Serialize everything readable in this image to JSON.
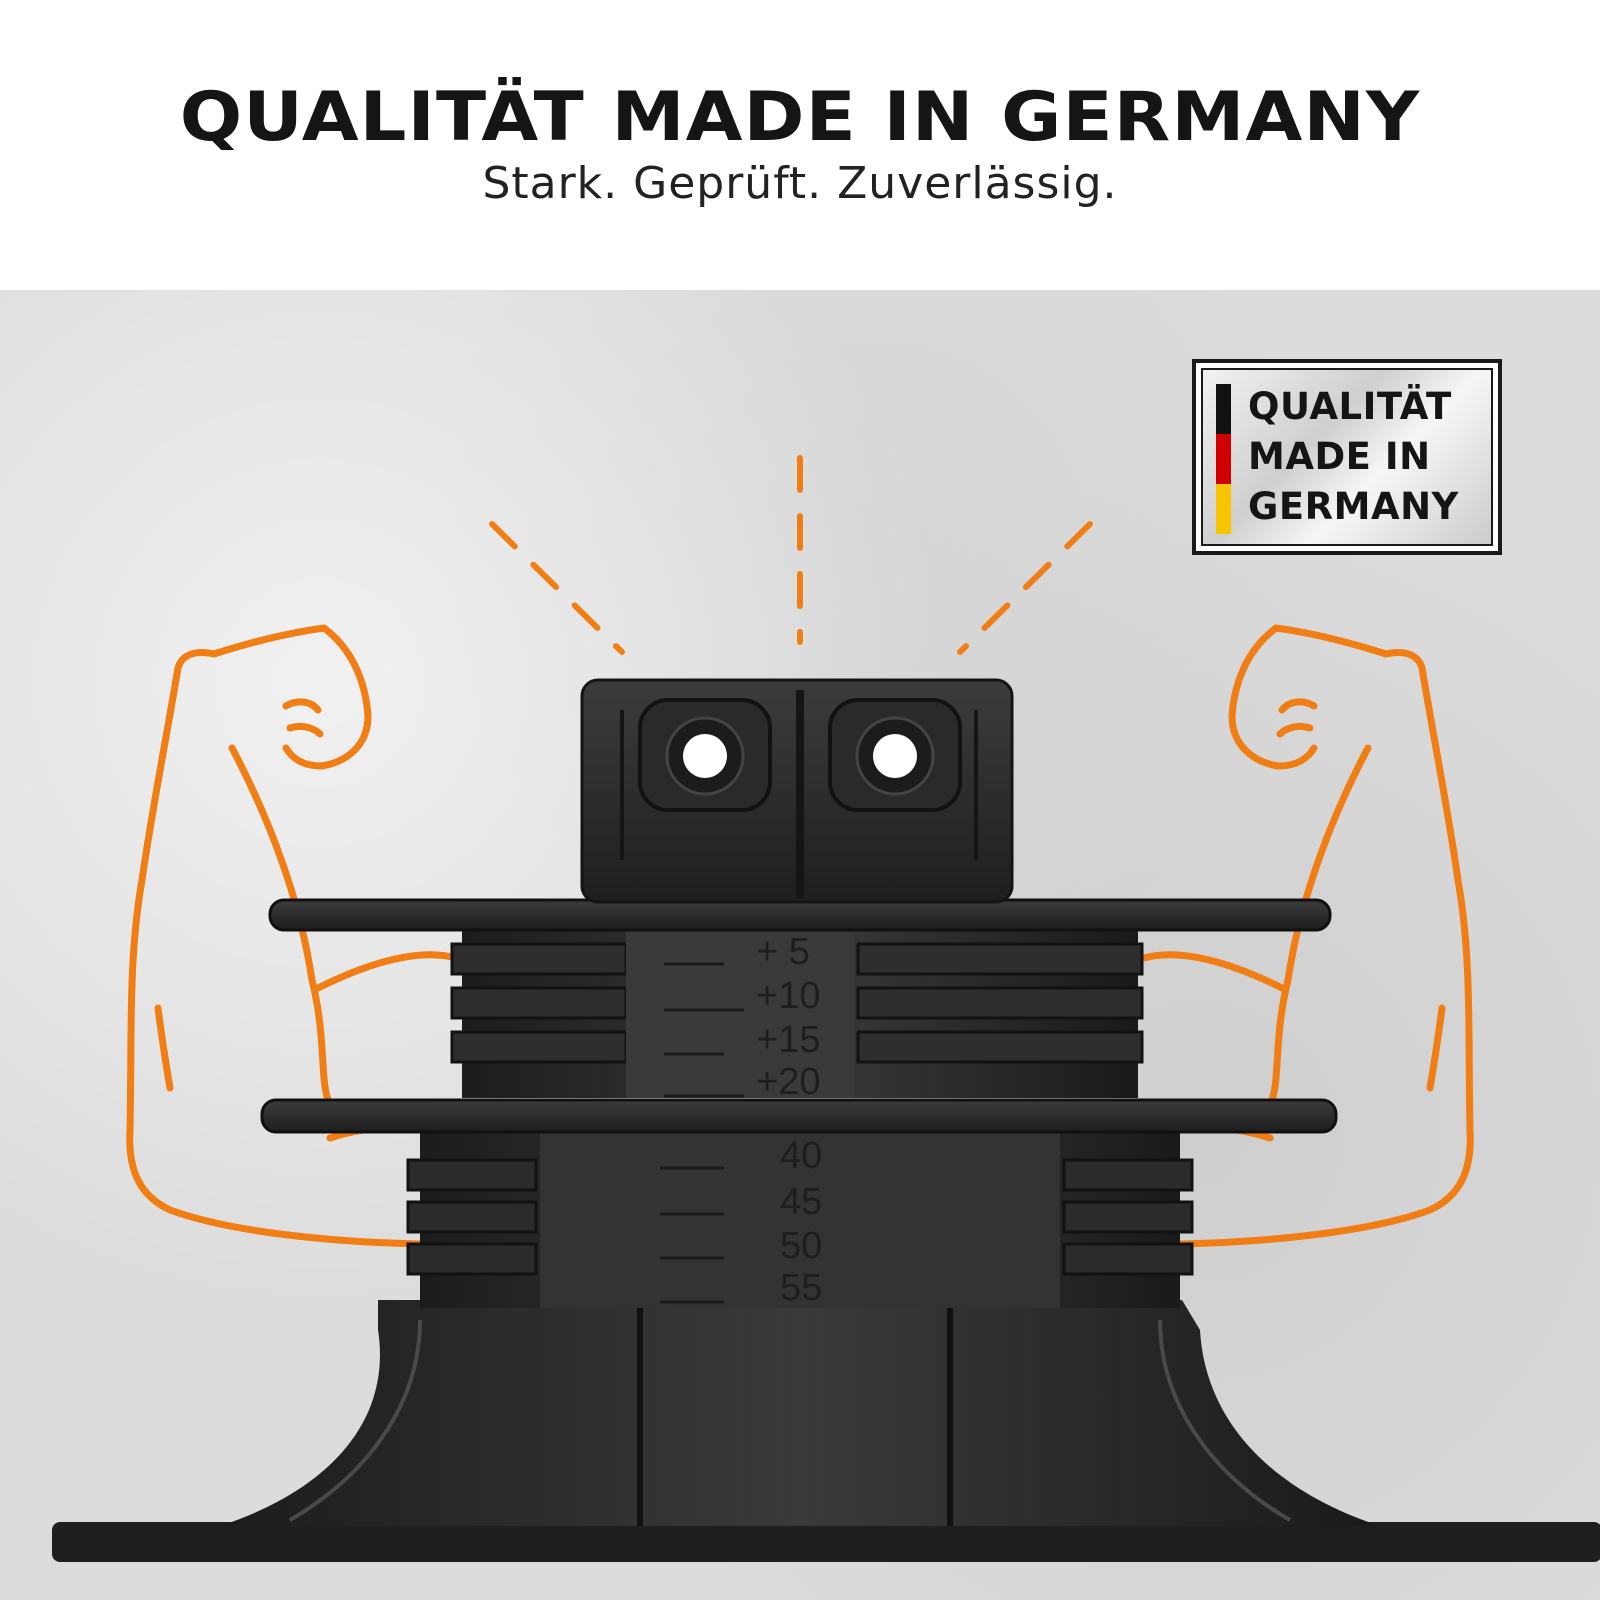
{
  "header": {
    "headline": "QUALITÄT MADE IN GERMANY",
    "subline": "Stark. Geprüft. Zuverlässig."
  },
  "badge": {
    "lines": [
      "QUALITÄT",
      "MADE IN",
      "GERMANY"
    ],
    "flag_colors": [
      "#111111",
      "#d00000",
      "#f6c500"
    ]
  },
  "product": {
    "upper_scale": [
      "+ 5",
      "+10",
      "+15",
      "+20"
    ],
    "lower_scale": [
      "40",
      "45",
      "50",
      "55"
    ]
  },
  "colors": {
    "accent_orange": "#f07e14",
    "product_black": "#2a2a2a",
    "background": "#dcdcdc"
  },
  "icons": [
    "flexed-arm-left-icon",
    "flexed-arm-right-icon",
    "strength-rays-icon",
    "german-flag-icon"
  ]
}
